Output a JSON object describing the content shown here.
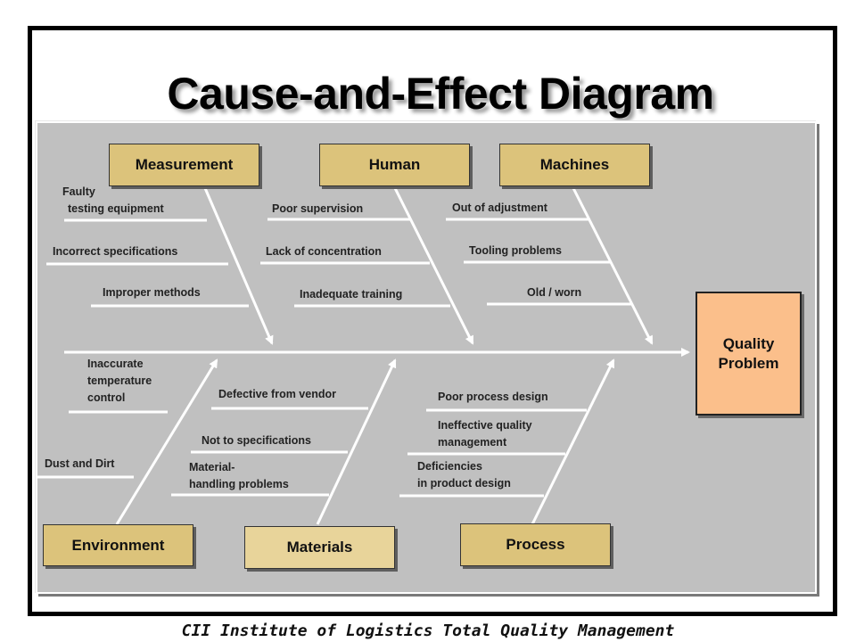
{
  "title": "Cause-and-Effect Diagram",
  "effect": {
    "line1": "Quality",
    "line2": "Problem"
  },
  "categories": {
    "measurement": "Measurement",
    "human": "Human",
    "machines": "Machines",
    "environment": "Environment",
    "materials": "Materials",
    "process": "Process"
  },
  "causes": {
    "measurement": {
      "faulty_1": "Faulty",
      "faulty_2": "testing equipment",
      "incorrect_specs": "Incorrect specifications",
      "improper_methods": "Improper methods"
    },
    "human": {
      "poor_supervision": "Poor supervision",
      "lack_concentration": "Lack of concentration",
      "inadequate_training": "Inadequate training"
    },
    "machines": {
      "out_of_adjustment": "Out of adjustment",
      "tooling_problems": "Tooling problems",
      "old_worn": "Old / worn"
    },
    "environment": {
      "inaccurate_1": "Inaccurate",
      "inaccurate_2": "temperature",
      "inaccurate_3": "control",
      "dust_dirt": "Dust and Dirt"
    },
    "materials": {
      "defective_vendor": "Defective from vendor",
      "not_to_specs": "Not to specifications",
      "handling_1": "Material-",
      "handling_2": "handling problems"
    },
    "process": {
      "poor_design": "Poor process design",
      "ineffective_1": "Ineffective quality",
      "ineffective_2": "management",
      "deficiencies_1": "Deficiencies",
      "deficiencies_2": "in product design"
    }
  },
  "footer": "CII Institute of Logistics Total Quality Management",
  "colors": {
    "category_fill": "#dcc37b",
    "effect_fill": "#fbbf8b",
    "panel_fill": "#c0c0c0",
    "line_color": "#ffffff"
  }
}
